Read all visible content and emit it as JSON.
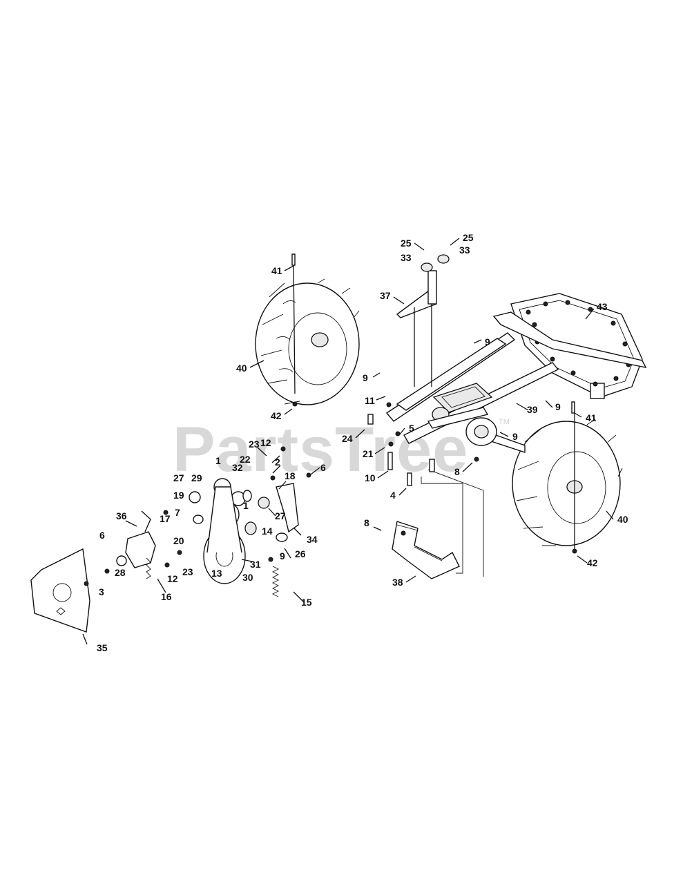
{
  "watermark": {
    "text": "PartsTree",
    "trademark": "TM"
  },
  "callouts": [
    {
      "id": "c41a",
      "text": "41"
    },
    {
      "id": "c40a",
      "text": "40"
    },
    {
      "id": "c42a",
      "text": "42"
    },
    {
      "id": "c25a",
      "text": "25"
    },
    {
      "id": "c25b",
      "text": "25"
    },
    {
      "id": "c33a",
      "text": "33"
    },
    {
      "id": "c33b",
      "text": "33"
    },
    {
      "id": "c37",
      "text": "37"
    },
    {
      "id": "c43",
      "text": "43"
    },
    {
      "id": "c9a",
      "text": "9"
    },
    {
      "id": "c9b",
      "text": "9"
    },
    {
      "id": "c11",
      "text": "11"
    },
    {
      "id": "c39",
      "text": "39"
    },
    {
      "id": "c9c",
      "text": "9"
    },
    {
      "id": "c41b",
      "text": "41"
    },
    {
      "id": "c24",
      "text": "24"
    },
    {
      "id": "c5",
      "text": "5"
    },
    {
      "id": "c9d",
      "text": "9"
    },
    {
      "id": "c21",
      "text": "21"
    },
    {
      "id": "c10",
      "text": "10"
    },
    {
      "id": "c8a",
      "text": "8"
    },
    {
      "id": "c4",
      "text": "4"
    },
    {
      "id": "c40b",
      "text": "40"
    },
    {
      "id": "c8b",
      "text": "8"
    },
    {
      "id": "c42b",
      "text": "42"
    },
    {
      "id": "c38",
      "text": "38"
    },
    {
      "id": "c12a",
      "text": "12"
    },
    {
      "id": "c23a",
      "text": "23"
    },
    {
      "id": "c2",
      "text": "2"
    },
    {
      "id": "c1a",
      "text": "1"
    },
    {
      "id": "c32",
      "text": "32"
    },
    {
      "id": "c22",
      "text": "22"
    },
    {
      "id": "c6a",
      "text": "6"
    },
    {
      "id": "c18",
      "text": "18"
    },
    {
      "id": "c27a",
      "text": "27"
    },
    {
      "id": "c29",
      "text": "29"
    },
    {
      "id": "c19",
      "text": "19"
    },
    {
      "id": "c1b",
      "text": "1"
    },
    {
      "id": "c27b",
      "text": "27"
    },
    {
      "id": "c7",
      "text": "7"
    },
    {
      "id": "c36",
      "text": "36"
    },
    {
      "id": "c17",
      "text": "17"
    },
    {
      "id": "c14",
      "text": "14"
    },
    {
      "id": "c34",
      "text": "34"
    },
    {
      "id": "c20",
      "text": "20"
    },
    {
      "id": "c6b",
      "text": "6"
    },
    {
      "id": "c9e",
      "text": "9"
    },
    {
      "id": "c26",
      "text": "26"
    },
    {
      "id": "c28",
      "text": "28"
    },
    {
      "id": "c12b",
      "text": "12"
    },
    {
      "id": "c23b",
      "text": "23"
    },
    {
      "id": "c13",
      "text": "13"
    },
    {
      "id": "c31",
      "text": "31"
    },
    {
      "id": "c30",
      "text": "30"
    },
    {
      "id": "c3",
      "text": "3"
    },
    {
      "id": "c16",
      "text": "16"
    },
    {
      "id": "c15",
      "text": "15"
    },
    {
      "id": "c35",
      "text": "35"
    }
  ]
}
